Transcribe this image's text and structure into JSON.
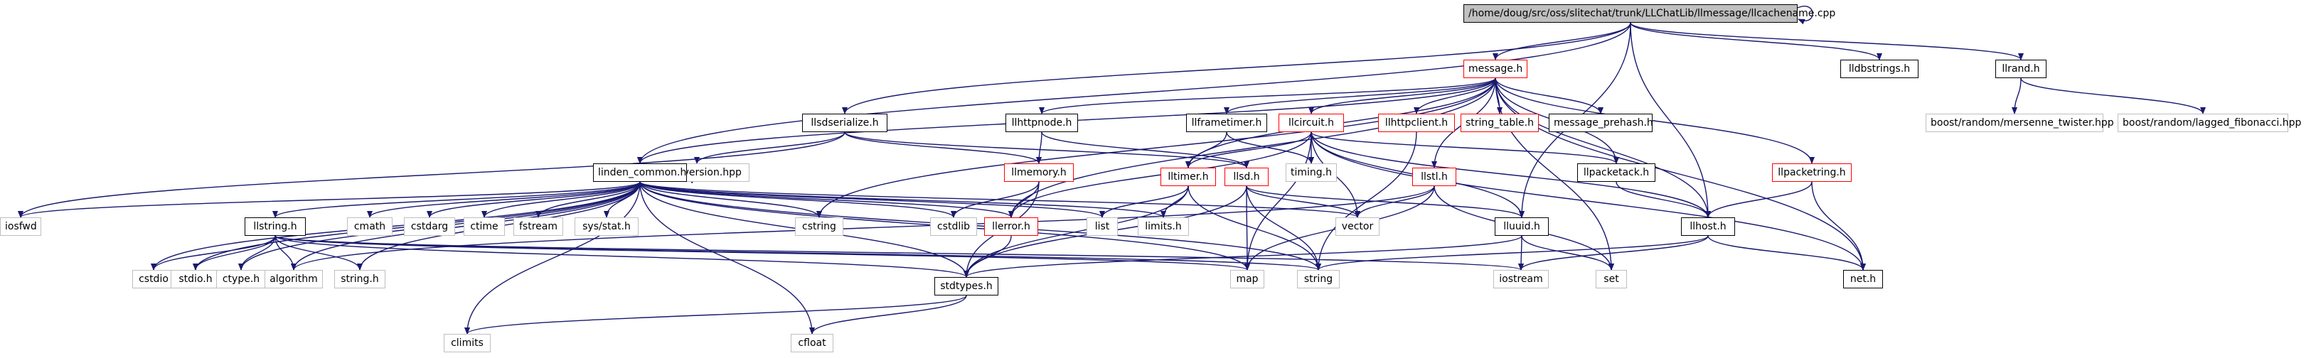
{
  "graph": {
    "root": "/home/doug/src/oss/slitechat/trunk/LLChatLib/llmessage/llcachename.cpp",
    "colors": {
      "edge": "#191970",
      "missing_node": "#ff0000",
      "external_node": "#bfbfbf",
      "root_fill": "#bfbfbf"
    },
    "nodes": {
      "root": "/home/doug/src/oss/slitechat/trunk/LLChatLib/llmessage/llcachename.cpp",
      "message_h": "message.h",
      "lldbstrings_h": "lldbstrings.h",
      "llrand_h": "llrand.h",
      "llsdserialize_h": "llsdserialize.h",
      "llhttpnode_h": "llhttpnode.h",
      "llframetimer_h": "llframetimer.h",
      "llcircuit_h": "llcircuit.h",
      "llhttpclient_h": "llhttpclient.h",
      "string_table_h": "string_table.h",
      "message_prehash_h": "message_prehash.h",
      "boost_mersenne": "boost/random/mersenne_twister.hpp",
      "boost_lagged": "boost/random/lagged_fibonacci.hpp",
      "boost_version": "boost/version.hpp",
      "linden_common_h": "linden_common.h",
      "llmemory_h": "llmemory.h",
      "timing_h": "timing.h",
      "lltimer_h": "lltimer.h",
      "llsd_h": "llsd.h",
      "llstl_h": "llstl.h",
      "llpacketack_h": "llpacketack.h",
      "llpacketring_h": "llpacketring.h",
      "iosfwd": "iosfwd",
      "llstring_h": "llstring.h",
      "cmath": "cmath",
      "cstdarg": "cstdarg",
      "ctime": "ctime",
      "fstream": "fstream",
      "sys_stat_h": "sys/stat.h",
      "cstring": "cstring",
      "cstdlib": "cstdlib",
      "llerror_h": "llerror.h",
      "list": "list",
      "limits_h": "limits.h",
      "vector": "vector",
      "lluuid_h": "lluuid.h",
      "llhost_h": "llhost.h",
      "net_h": "net.h",
      "cstdio": "cstdio",
      "stdio_h": "stdio.h",
      "ctype_h": "ctype.h",
      "algorithm": "algorithm",
      "string_h": "string.h",
      "stdtypes_h": "stdtypes.h",
      "map": "map",
      "string": "string",
      "iostream": "iostream",
      "set": "set",
      "climits": "climits",
      "cfloat": "cfloat"
    },
    "edges": [
      [
        "root",
        "root"
      ],
      [
        "root",
        "message_h"
      ],
      [
        "root",
        "lldbstrings_h"
      ],
      [
        "root",
        "llrand_h"
      ],
      [
        "root",
        "llsdserialize_h"
      ],
      [
        "root",
        "linden_common_h"
      ],
      [
        "root",
        "lluuid_h"
      ],
      [
        "root",
        "llhost_h"
      ],
      [
        "message_h",
        "llhttpnode_h"
      ],
      [
        "message_h",
        "llframetimer_h"
      ],
      [
        "message_h",
        "llcircuit_h"
      ],
      [
        "message_h",
        "llhttpclient_h"
      ],
      [
        "message_h",
        "string_table_h"
      ],
      [
        "message_h",
        "message_prehash_h"
      ],
      [
        "message_h",
        "llpacketack_h"
      ],
      [
        "message_h",
        "llpacketring_h"
      ],
      [
        "message_h",
        "llhost_h"
      ],
      [
        "message_h",
        "net_h"
      ],
      [
        "message_h",
        "set"
      ],
      [
        "message_h",
        "cstring"
      ],
      [
        "message_h",
        "llerror_h"
      ],
      [
        "message_h",
        "lltimer_h"
      ],
      [
        "message_h",
        "llstl_h"
      ],
      [
        "message_h",
        "linden_common_h"
      ],
      [
        "llrand_h",
        "boost_mersenne"
      ],
      [
        "llrand_h",
        "boost_lagged"
      ],
      [
        "llsdserialize_h",
        "boost_version"
      ],
      [
        "llsdserialize_h",
        "llmemory_h"
      ],
      [
        "llsdserialize_h",
        "llsd_h"
      ],
      [
        "llsdserialize_h",
        "iosfwd"
      ],
      [
        "llhttpnode_h",
        "llmemory_h"
      ],
      [
        "llhttpnode_h",
        "llsd_h"
      ],
      [
        "llframetimer_h",
        "lltimer_h"
      ],
      [
        "llframetimer_h",
        "timing_h"
      ],
      [
        "llcircuit_h",
        "timing_h"
      ],
      [
        "llcircuit_h",
        "lltimer_h"
      ],
      [
        "llcircuit_h",
        "llpacketack_h"
      ],
      [
        "llcircuit_h",
        "lluuid_h"
      ],
      [
        "llcircuit_h",
        "vector"
      ],
      [
        "llcircuit_h",
        "map"
      ],
      [
        "llcircuit_h",
        "llerror_h"
      ],
      [
        "llcircuit_h",
        "llhost_h"
      ],
      [
        "llcircuit_h",
        "net_h"
      ],
      [
        "llhttpclient_h",
        "string"
      ],
      [
        "llmemory_h",
        "cstdlib"
      ],
      [
        "llmemory_h",
        "llerror_h"
      ],
      [
        "llmemory_h",
        "stdtypes_h"
      ],
      [
        "lltimer_h",
        "list"
      ],
      [
        "lltimer_h",
        "limits_h"
      ],
      [
        "lltimer_h",
        "stdtypes_h"
      ],
      [
        "lltimer_h",
        "string"
      ],
      [
        "llsd_h",
        "vector"
      ],
      [
        "llsd_h",
        "map"
      ],
      [
        "llsd_h",
        "string"
      ],
      [
        "llsd_h",
        "lluuid_h"
      ],
      [
        "llsd_h",
        "stdtypes_h"
      ],
      [
        "llstl_h",
        "vector"
      ],
      [
        "llstl_h",
        "set"
      ],
      [
        "llstl_h",
        "map"
      ],
      [
        "llstl_h",
        "algorithm"
      ],
      [
        "llpacketack_h",
        "llhost_h"
      ],
      [
        "llpacketring_h",
        "llhost_h"
      ],
      [
        "llpacketring_h",
        "net_h"
      ],
      [
        "linden_common_h",
        "linden_common_h"
      ],
      [
        "linden_common_h",
        "iosfwd"
      ],
      [
        "linden_common_h",
        "llstring_h"
      ],
      [
        "linden_common_h",
        "cmath"
      ],
      [
        "linden_common_h",
        "cstdarg"
      ],
      [
        "linden_common_h",
        "ctime"
      ],
      [
        "linden_common_h",
        "fstream"
      ],
      [
        "linden_common_h",
        "sys_stat_h"
      ],
      [
        "linden_common_h",
        "cstring"
      ],
      [
        "linden_common_h",
        "cstdlib"
      ],
      [
        "linden_common_h",
        "llerror_h"
      ],
      [
        "linden_common_h",
        "list"
      ],
      [
        "linden_common_h",
        "limits_h"
      ],
      [
        "linden_common_h",
        "vector"
      ],
      [
        "linden_common_h",
        "cstdio"
      ],
      [
        "linden_common_h",
        "stdio_h"
      ],
      [
        "linden_common_h",
        "ctype_h"
      ],
      [
        "linden_common_h",
        "algorithm"
      ],
      [
        "linden_common_h",
        "string_h"
      ],
      [
        "linden_common_h",
        "stdtypes_h"
      ],
      [
        "linden_common_h",
        "map"
      ],
      [
        "linden_common_h",
        "string"
      ],
      [
        "linden_common_h",
        "climits"
      ],
      [
        "linden_common_h",
        "cfloat"
      ],
      [
        "llstring_h",
        "cstdio"
      ],
      [
        "llstring_h",
        "stdio_h"
      ],
      [
        "llstring_h",
        "ctype_h"
      ],
      [
        "llstring_h",
        "algorithm"
      ],
      [
        "llstring_h",
        "string_h"
      ],
      [
        "llstring_h",
        "map"
      ],
      [
        "llstring_h",
        "string"
      ],
      [
        "llstring_h",
        "stdtypes_h"
      ],
      [
        "llstring_h",
        "iostream"
      ],
      [
        "llerror_h",
        "stdtypes_h"
      ],
      [
        "lluuid_h",
        "iostream"
      ],
      [
        "lluuid_h",
        "set"
      ],
      [
        "lluuid_h",
        "stdtypes_h"
      ],
      [
        "llhost_h",
        "iostream"
      ],
      [
        "llhost_h",
        "string"
      ],
      [
        "llhost_h",
        "net_h"
      ],
      [
        "stdtypes_h",
        "climits"
      ],
      [
        "stdtypes_h",
        "cfloat"
      ]
    ]
  }
}
